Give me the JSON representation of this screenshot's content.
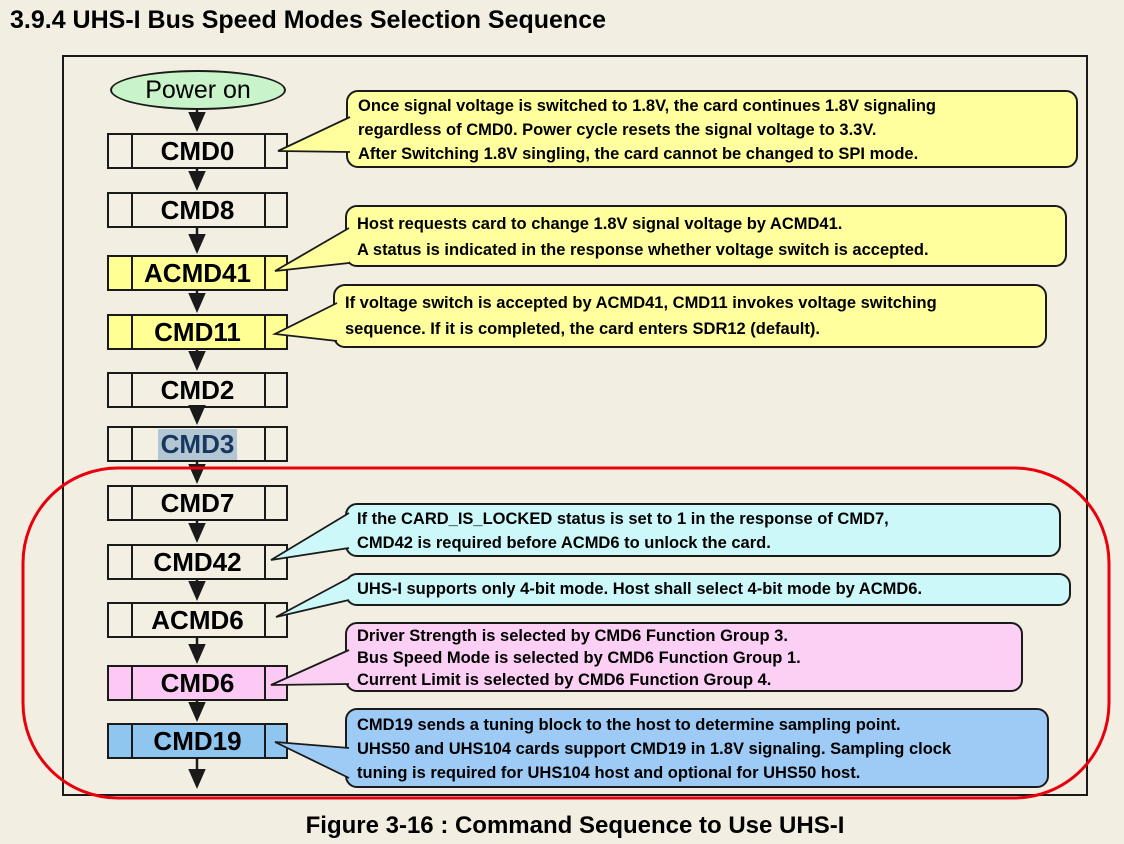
{
  "page": {
    "title": "3.9.4 UHS-I Bus Speed Modes Selection Sequence",
    "figure_caption": "Figure 3-16 : Command Sequence to Use UHS-I"
  },
  "flowchart": {
    "start_label": "Power on",
    "nodes": [
      {
        "label": "CMD0",
        "fill": "plain"
      },
      {
        "label": "CMD8",
        "fill": "plain"
      },
      {
        "label": "ACMD41",
        "fill": "yellow"
      },
      {
        "label": "CMD11",
        "fill": "yellow"
      },
      {
        "label": "CMD2",
        "fill": "plain"
      },
      {
        "label": "CMD3",
        "fill": "plain",
        "text_selected": true
      },
      {
        "label": "CMD7",
        "fill": "plain"
      },
      {
        "label": "CMD42",
        "fill": "plain"
      },
      {
        "label": "ACMD6",
        "fill": "plain"
      },
      {
        "label": "CMD6",
        "fill": "pink"
      },
      {
        "label": "CMD19",
        "fill": "blue"
      }
    ]
  },
  "callouts": [
    {
      "target": "CMD0",
      "color": "yellow",
      "lines": [
        "Once signal voltage is switched to 1.8V, the card continues 1.8V signaling",
        "regardless of CMD0. Power cycle resets the signal voltage to 3.3V.",
        "After Switching 1.8V singling, the card cannot be changed to SPI mode."
      ]
    },
    {
      "target": "ACMD41",
      "color": "yellow",
      "lines": [
        "Host requests card to change 1.8V signal voltage by ACMD41.",
        "A status is indicated in the response whether voltage switch is accepted."
      ]
    },
    {
      "target": "CMD11",
      "color": "yellow",
      "lines": [
        "If voltage switch is accepted by ACMD41, CMD11 invokes voltage switching",
        "sequence. If it is completed, the card enters SDR12 (default)."
      ]
    },
    {
      "target": "CMD42",
      "color": "cyan",
      "lines": [
        "If the CARD_IS_LOCKED status is set to 1 in the response of CMD7,",
        "CMD42 is required before ACMD6 to unlock the card."
      ]
    },
    {
      "target": "ACMD6",
      "color": "cyan",
      "lines": [
        "UHS-I supports only 4-bit mode. Host shall select 4-bit mode by ACMD6."
      ]
    },
    {
      "target": "CMD6",
      "color": "pink",
      "lines": [
        "Driver Strength is selected by CMD6 Function Group 3.",
        "Bus Speed Mode is selected by CMD6 Function Group 1.",
        "Current Limit is selected by CMD6 Function Group 4."
      ]
    },
    {
      "target": "CMD19",
      "color": "blue",
      "lines": [
        "CMD19 sends a tuning block to the host to determine sampling point.",
        "UHS50 and UHS104 cards support CMD19 in 1.8V signaling. Sampling clock",
        "tuning is required for UHS104 host and optional for UHS50 host."
      ]
    }
  ],
  "colors": {
    "page_background": "#f2efe2",
    "box_plain": "#f3f0e3",
    "box_yellow": "#ffff94",
    "box_pink": "#fbc9f3",
    "box_blue": "#8ec6f0",
    "callout_yellow": "#ffff9e",
    "callout_cyan": "#cdf8fa",
    "callout_pink": "#fbd0f4",
    "callout_blue": "#9dcbf5",
    "start_ellipse_green": "#c9f3c9",
    "uhs_emphasis_red": "#e8000d",
    "selection_background": "#b3c6d3",
    "selection_text": "#17375e",
    "line_black": "#1a1a1a"
  }
}
